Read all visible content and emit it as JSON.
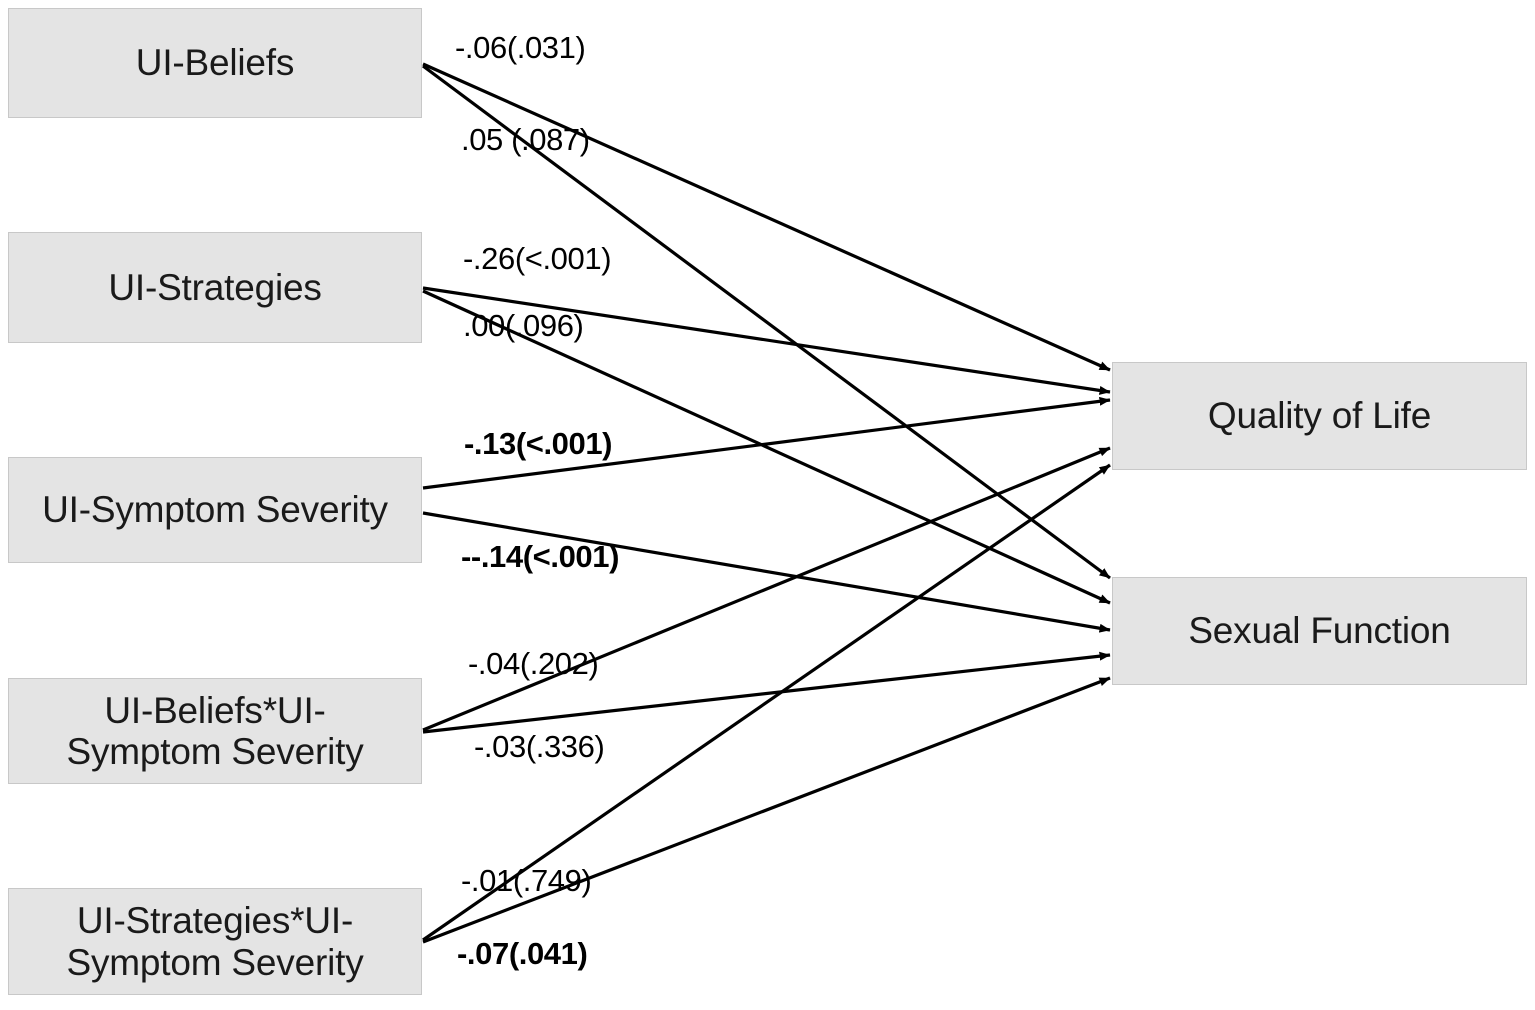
{
  "figure": {
    "type": "path-diagram",
    "background_color": "#ffffff",
    "box_fill_color": "#e4e4e4",
    "box_border_color": "#c8c8c8",
    "line_color": "#000000"
  },
  "predictors": [
    {
      "id": "ui-beliefs",
      "label": "UI-Beliefs"
    },
    {
      "id": "ui-strategies",
      "label": "UI-Strategies"
    },
    {
      "id": "ui-symptom-severity",
      "label": "UI-Symptom Severity"
    },
    {
      "id": "ui-beliefs-x-severity",
      "label": "UI-Beliefs*UI-\nSymptom Severity"
    },
    {
      "id": "ui-strategies-x-severity",
      "label": "UI-Strategies*UI-\nSymptom Severity"
    }
  ],
  "outcomes": [
    {
      "id": "quality-of-life",
      "label": "Quality of Life"
    },
    {
      "id": "sexual-function",
      "label": "Sexual Function"
    }
  ],
  "paths": [
    {
      "from": "ui-beliefs",
      "to": "quality-of-life",
      "label": "-.06(.031)",
      "estimate": -0.06,
      "p_value": 0.031,
      "significant": true
    },
    {
      "from": "ui-beliefs",
      "to": "sexual-function",
      "label": ".05 (.087)",
      "estimate": 0.05,
      "p_value": 0.087,
      "significant": false
    },
    {
      "from": "ui-strategies",
      "to": "quality-of-life",
      "label": "-.26(<.001)",
      "estimate": -0.26,
      "p_value": 0.001,
      "significant": true
    },
    {
      "from": "ui-strategies",
      "to": "sexual-function",
      "label": ".00(.096)",
      "estimate": 0.0,
      "p_value": 0.096,
      "significant": false
    },
    {
      "from": "ui-symptom-severity",
      "to": "quality-of-life",
      "label": "-.13(<.001)",
      "estimate": -0.13,
      "p_value": 0.001,
      "significant": true
    },
    {
      "from": "ui-symptom-severity",
      "to": "sexual-function",
      "label": "--.14(<.001)",
      "estimate": -0.14,
      "p_value": 0.001,
      "significant": true
    },
    {
      "from": "ui-beliefs-x-severity",
      "to": "quality-of-life",
      "label": "-.04(.202)",
      "estimate": -0.04,
      "p_value": 0.202,
      "significant": false
    },
    {
      "from": "ui-beliefs-x-severity",
      "to": "sexual-function",
      "label": "-.03(.336)",
      "estimate": -0.03,
      "p_value": 0.336,
      "significant": false
    },
    {
      "from": "ui-strategies-x-severity",
      "to": "quality-of-life",
      "label": "-.01(.749)",
      "estimate": -0.01,
      "p_value": 0.749,
      "significant": false
    },
    {
      "from": "ui-strategies-x-severity",
      "to": "sexual-function",
      "label": "-.07(.041)",
      "estimate": -0.07,
      "p_value": 0.041,
      "significant": true
    }
  ],
  "edge_label_text": {
    "beliefs_qol_bold": "-.06(.031",
    "beliefs_qol_tail": ")",
    "beliefs_sf": ".05 (.087)",
    "strategies_qol_bold": "-.26(<.001",
    "strategies_qol_tail": ")",
    "strategies_sf": ".00(.096)",
    "severity_qol": "-.13(<.001)",
    "severity_sf": "--.14(<.001)",
    "beliefsint_qol": "-.04(.202)",
    "beliefsint_sf": "-.03(.336)",
    "stratint_qol": "-.01(.749)",
    "stratint_sf": "-.07(.041)"
  }
}
